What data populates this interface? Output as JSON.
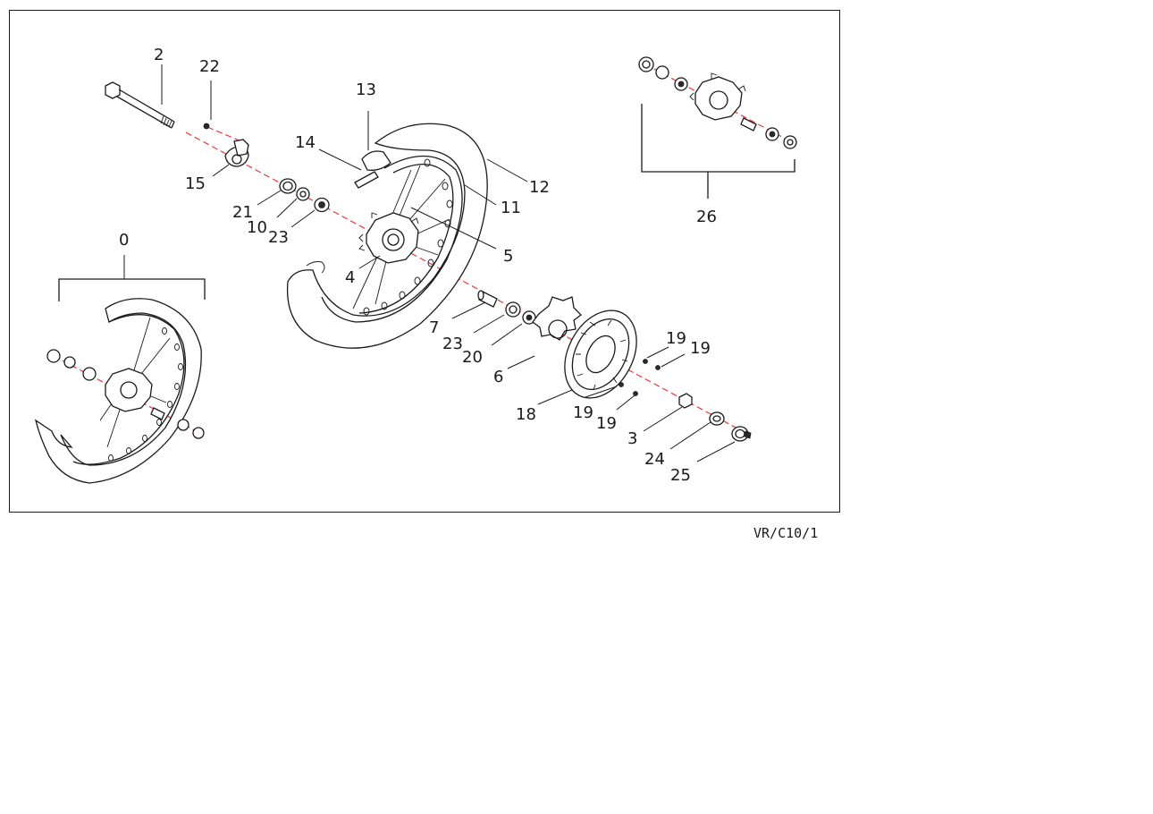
{
  "diagram": {
    "reference_code": "VR/C10/1",
    "labels": {
      "p0": "0",
      "p2": "2",
      "p3": "3",
      "p4": "4",
      "p5": "5",
      "p6": "6",
      "p7": "7",
      "p10": "10",
      "p11": "11",
      "p12": "12",
      "p13": "13",
      "p14": "14",
      "p15": "15",
      "p18": "18",
      "p19a": "19",
      "p19b": "19",
      "p19c": "19",
      "p19d": "19",
      "p20": "20",
      "p21": "21",
      "p22": "22",
      "p23a": "23",
      "p23b": "23",
      "p24": "24",
      "p25": "25",
      "p26": "26"
    }
  },
  "colors": {
    "line": "#1a1a1a",
    "axis": "#e53a3a",
    "background": "#ffffff"
  }
}
